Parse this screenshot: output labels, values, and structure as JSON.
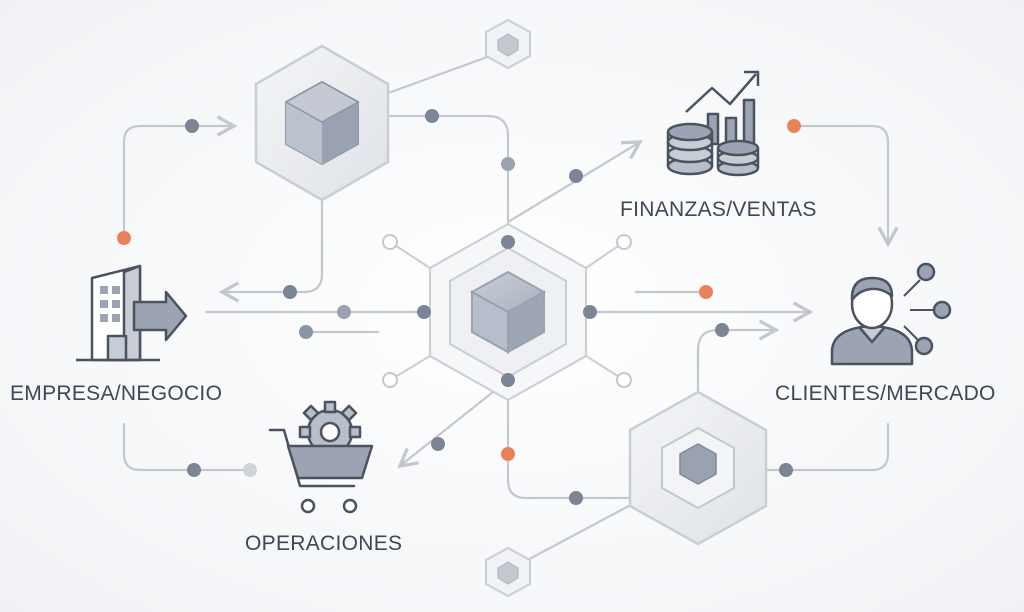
{
  "labels": {
    "empresa": "EMPRESA/NEGOCIO",
    "finanzas": "FINANZAS/VENTAS",
    "clientes": "CLIENTES/MERCADO",
    "operaciones": "OPERACIONES"
  },
  "colors": {
    "line": "#c3c8d0",
    "dot": "#7b8595",
    "accent_dot": "#e8825a",
    "hex_stroke": "#c9cdd4",
    "cube_fill": "#a7afbf",
    "icon_stroke": "#4b5361",
    "icon_fill": "#9ca4b3"
  }
}
